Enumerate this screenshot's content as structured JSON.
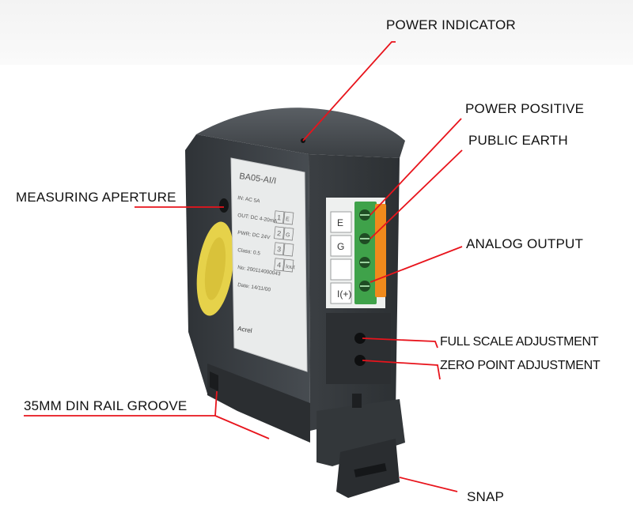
{
  "labels": {
    "power_indicator": "POWER INDICATOR",
    "power_positive": "POWER POSITIVE",
    "public_earth": "PUBLIC EARTH",
    "measuring_aperture": "MEASURING APERTURE",
    "analog_output": "ANALOG OUTPUT",
    "full_scale_adjustment": "FULL SCALE ADJUSTMENT",
    "zero_point_adjustment": "ZERO POINT ADJUSTMENT",
    "din_rail_groove": "35MM DIN RAIL GROOVE",
    "snap": "SNAP"
  },
  "device": {
    "model": "BA05-AI/I",
    "spec_lines": [
      "IN: AC 5A",
      "OUT: DC 4-20mA",
      "PWR: DC 24V",
      "Class: 0.5",
      "No: 200114000043",
      "Date: 14/11/00"
    ],
    "terminal_numbers": [
      "1",
      "2",
      "3",
      "4"
    ],
    "terminal_codes": [
      "E",
      "G",
      "",
      "Iout"
    ],
    "panel_letters": [
      "E",
      "G",
      "",
      "I(+)"
    ],
    "brand": "Acrel"
  },
  "colors": {
    "callout_line": "#e8141c",
    "housing": "#3f4347",
    "terminal_green": "#3fa24a",
    "terminal_orange": "#f08a1c",
    "badge_yellow": "#e6d24a"
  }
}
